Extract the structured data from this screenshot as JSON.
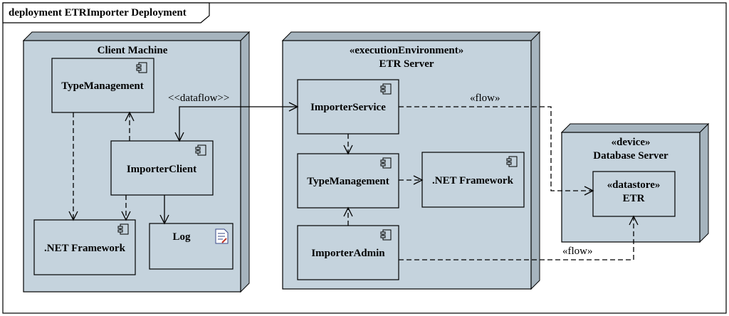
{
  "frame": {
    "title": "deployment ETRImporter Deployment"
  },
  "nodes": {
    "client": {
      "title": "Client Machine"
    },
    "etr_server": {
      "stereotype": "«executionEnvironment»",
      "title": "ETR Server"
    },
    "db_server": {
      "stereotype": "«device»",
      "title": "Database Server"
    }
  },
  "components": {
    "client_type_management": "TypeManagement",
    "importer_client": "ImporterClient",
    "client_net_framework": ".NET Framework",
    "log": "Log",
    "importer_service": "ImporterService",
    "server_type_management": "TypeManagement",
    "server_net_framework": ".NET Framework",
    "importer_admin": "ImporterAdmin",
    "etr": {
      "stereotype": "«datastore»",
      "name": "ETR"
    }
  },
  "connectors": {
    "dataflow": "<<dataflow>>",
    "flow_service_etr": "«flow»",
    "flow_admin_etr": "«flow»"
  }
}
